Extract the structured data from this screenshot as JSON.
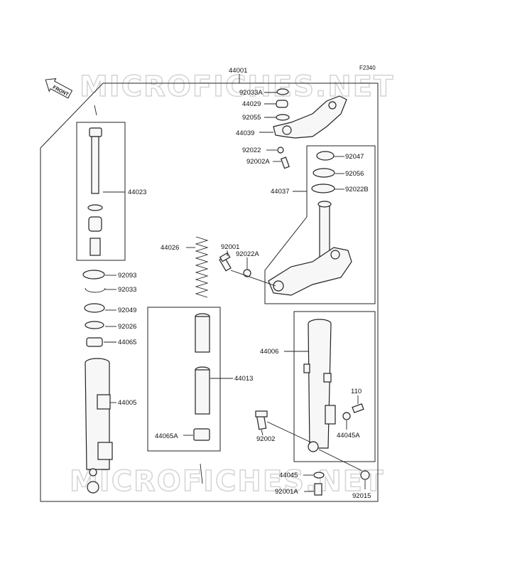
{
  "figure_code": "F2340",
  "front_arrow_label": "FRONT",
  "watermark": "MICROFICHES.NET",
  "labels": {
    "p44001": "44001",
    "p92033A": "92033A",
    "p44029": "44029",
    "p92055": "92055",
    "p44039": "44039",
    "p92022": "92022",
    "p92002A": "92002A",
    "p92047": "92047",
    "p92056": "92056",
    "p92022B": "92022B",
    "p44037": "44037",
    "p44023": "44023",
    "p44026": "44026",
    "p92001": "92001",
    "p92022A": "92022A",
    "p92093": "92093",
    "p92033": "92033",
    "p92049": "92049",
    "p92026": "92026",
    "p44065": "44065",
    "p44005": "44005",
    "p44013": "44013",
    "p44065A": "44065A",
    "p44006": "44006",
    "p110": "110",
    "p92002": "92002",
    "p44045A": "44045A",
    "p44045": "44045",
    "p92001A": "92001A",
    "p92015": "92015"
  }
}
